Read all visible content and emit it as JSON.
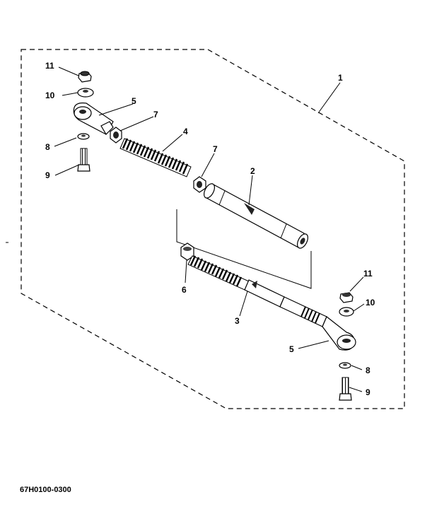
{
  "diagram": {
    "callouts": {
      "c1": "1",
      "c2": "2",
      "c3": "3",
      "c4": "4",
      "c5a": "5",
      "c5b": "5",
      "c6": "6",
      "c7a": "7",
      "c7b": "7",
      "c8a": "8",
      "c8b": "8",
      "c9a": "9",
      "c9b": "9",
      "c10a": "10",
      "c10b": "10",
      "c11a": "11",
      "c11b": "11"
    },
    "part_code": "67H0100-0300"
  }
}
